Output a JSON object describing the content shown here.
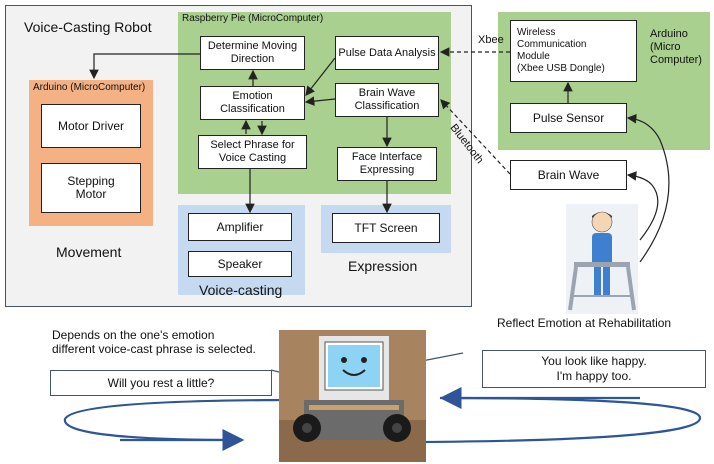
{
  "robot": {
    "title": "Voice-Casting Robot",
    "raspberry": {
      "label": "Raspberry Pie (MicroComputer)",
      "determine": "Determine Moving Direction",
      "pulse_analysis": "Pulse Data Analysis",
      "emotion": "Emotion Classification",
      "brainwave_class": "Brain Wave Classification",
      "select_phrase": "Select Phrase for Voice Casting",
      "face_interface": "Face Interface Expressing"
    },
    "arduino_inner": {
      "label": "Arduino (MicroComputer)",
      "motor_driver": "Motor Driver",
      "stepping_motor": "Stepping Motor"
    },
    "movement_label": "Movement",
    "voice": {
      "amplifier": "Amplifier",
      "speaker": "Speaker",
      "label": "Voice-casting"
    },
    "expression": {
      "tft": "TFT Screen",
      "label": "Expression"
    }
  },
  "arduino_outer": {
    "label_line1": "Arduino",
    "label_line2": "(Micro",
    "label_line3": "Computer)",
    "wireless_line1": "Wireless",
    "wireless_line2": "Communication",
    "wireless_line3": "Module",
    "wireless_line4": "(Xbee USB Dongle)",
    "pulse_sensor": "Pulse Sensor"
  },
  "brain_wave": "Brain Wave",
  "xbee_label": "Xbee",
  "bluetooth_label": "Bluetooth",
  "reflect_caption": "Reflect Emotion at Rehabilitation",
  "bottom": {
    "depends_line1": "Depends on the one's emotion",
    "depends_line2": "different voice-cast phrase is selected.",
    "bubble_left": "Will you rest a little?",
    "bubble_right_line1": "You look like happy.",
    "bubble_right_line2": "I'm happy too."
  },
  "colors": {
    "green": "#a9d08e",
    "orange": "#f4b183",
    "blue": "#c5d9f1",
    "robot_bg": "#f2f2f2",
    "arrow_blue": "#2e5597"
  }
}
